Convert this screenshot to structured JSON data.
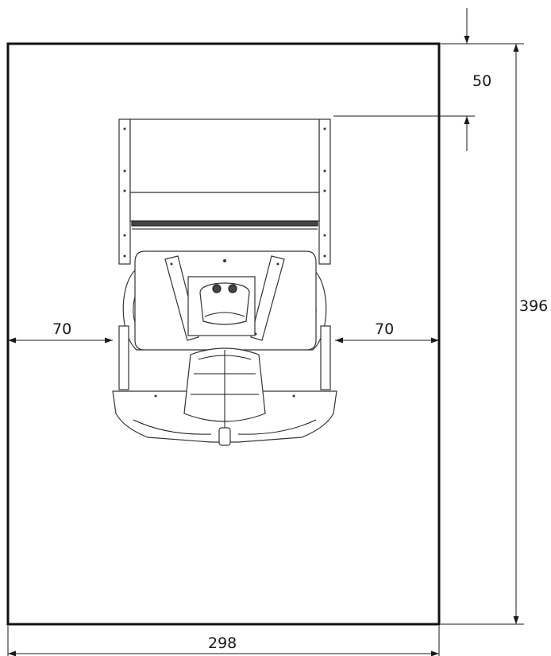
{
  "dimensions": {
    "top_gap": "50",
    "height": "396",
    "width": "298",
    "left_clearance": "70",
    "right_clearance": "70"
  },
  "colors": {
    "line": "#1a1a1a",
    "background": "#ffffff"
  }
}
